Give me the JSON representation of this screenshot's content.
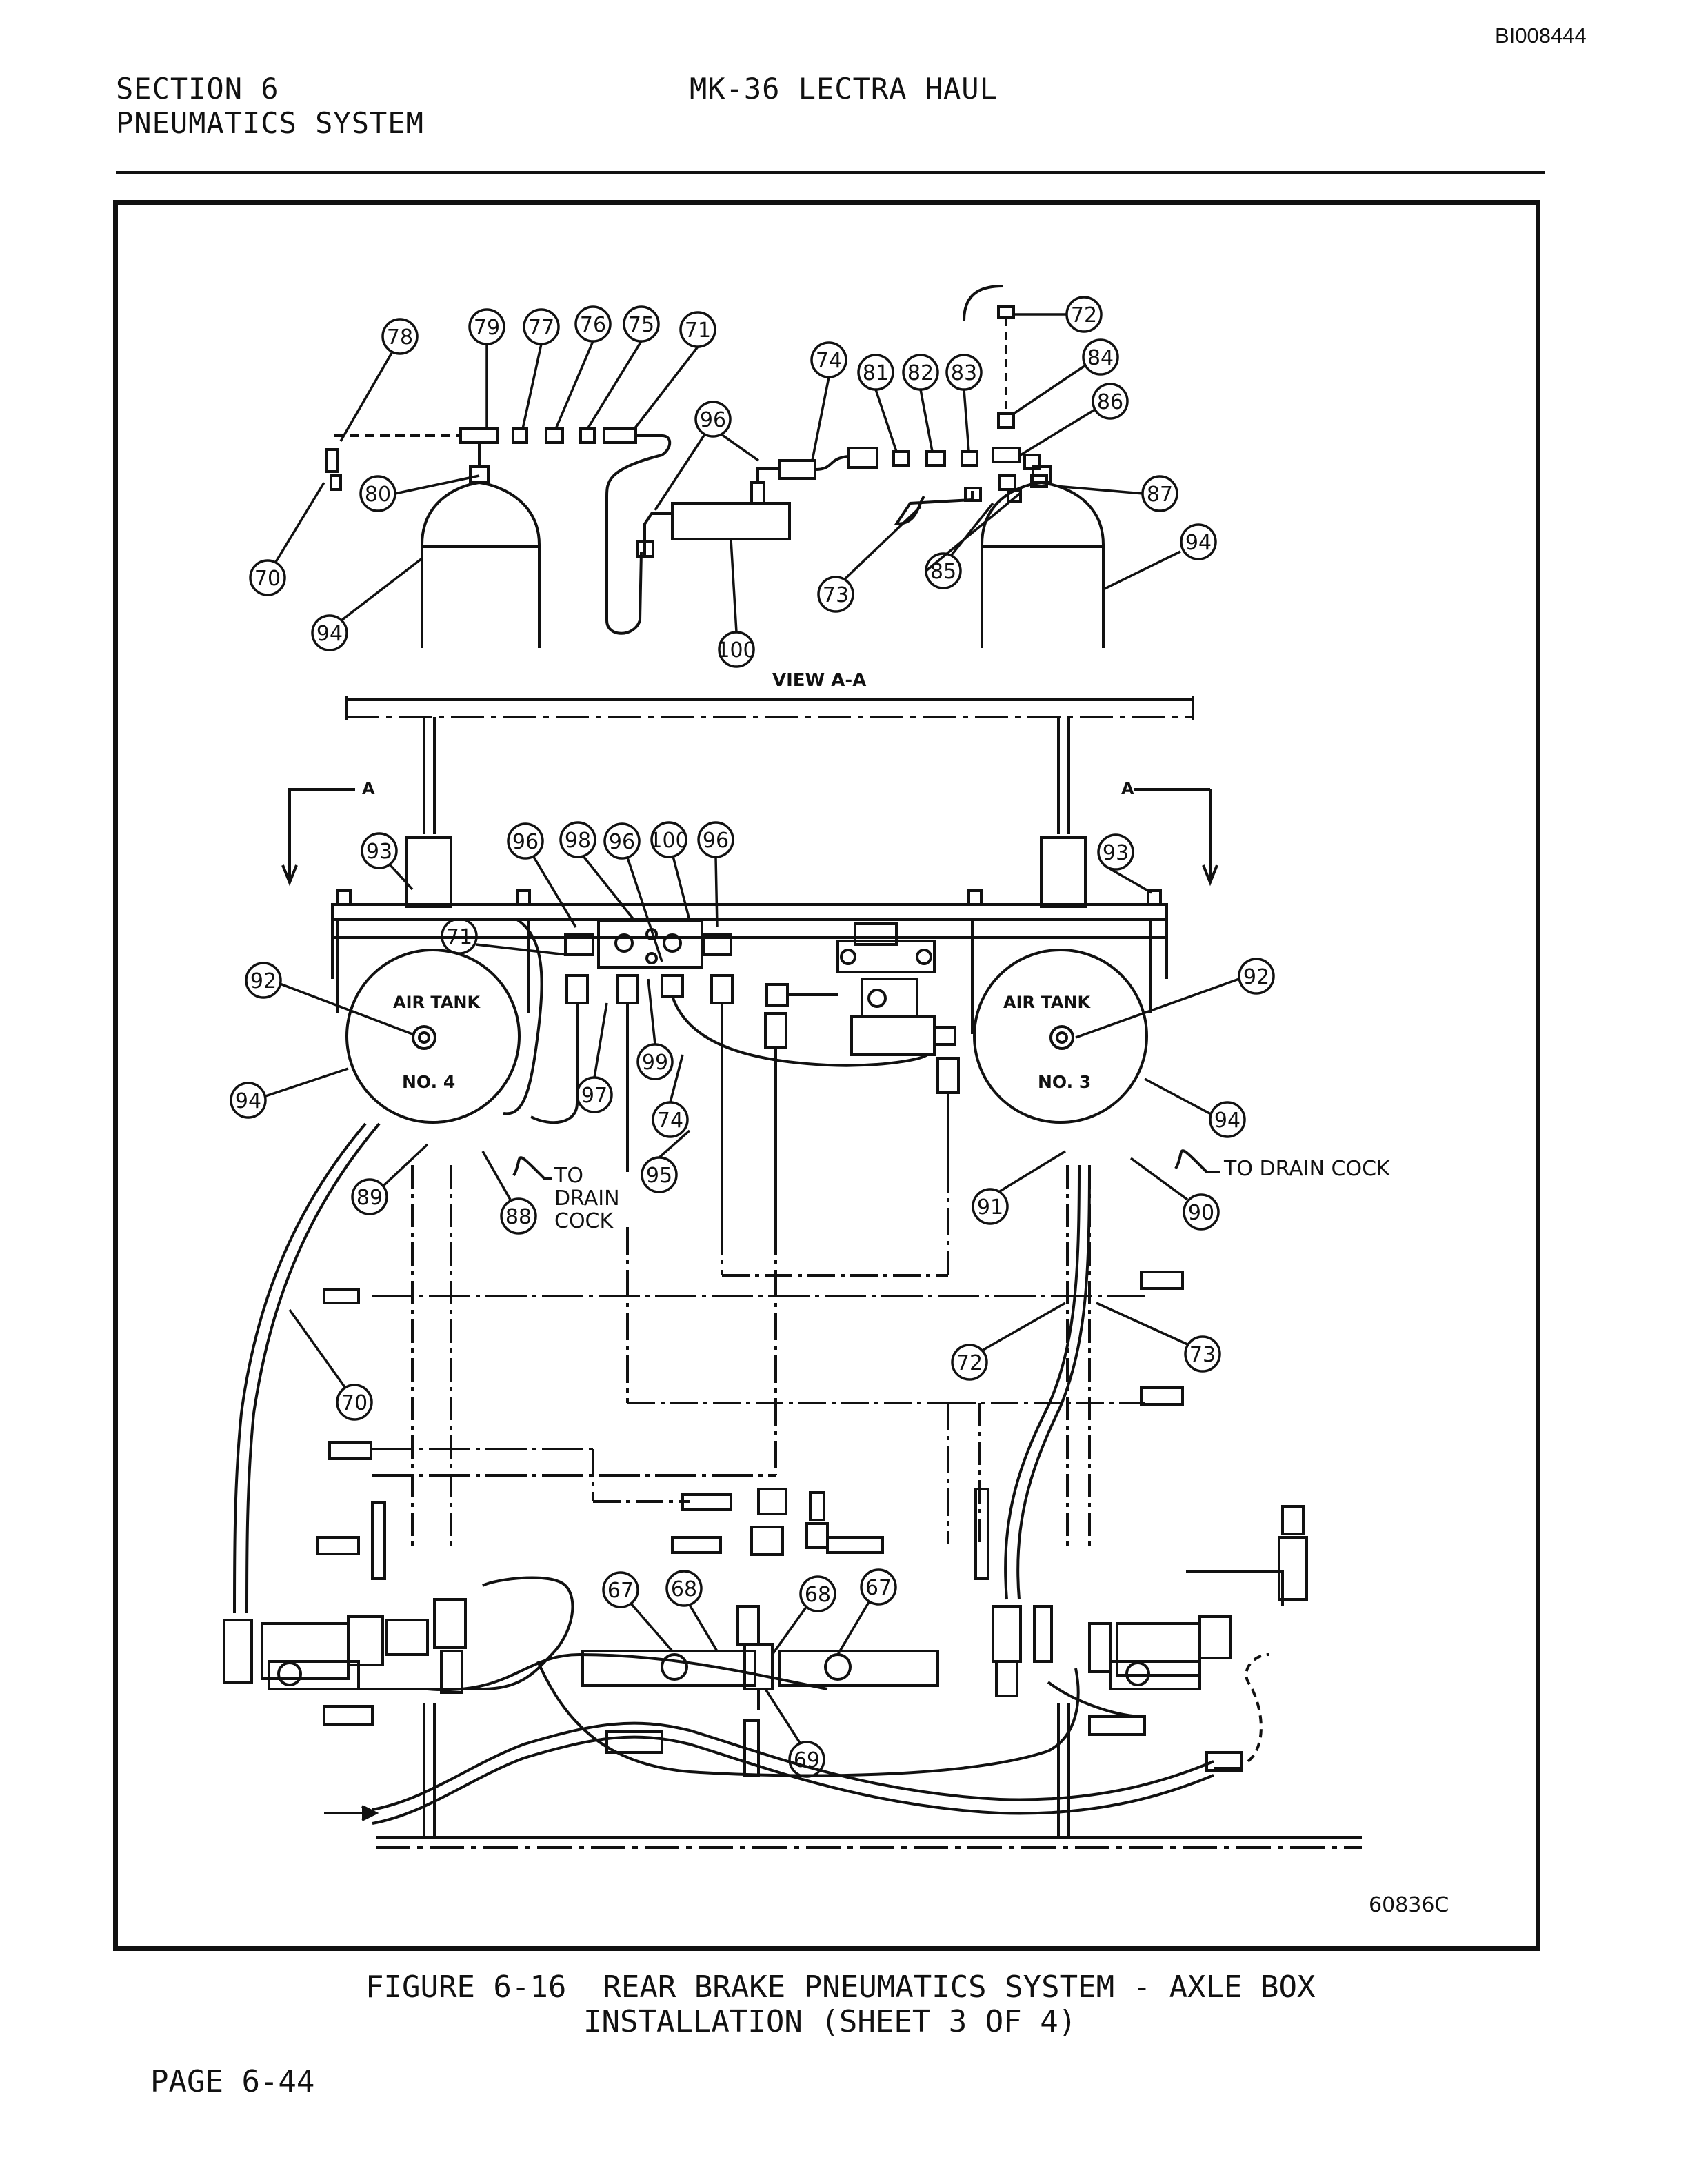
{
  "document_id": "BI008444",
  "header": {
    "section_line1": "SECTION 6",
    "section_line2": "PNEUMATICS SYSTEM",
    "title": "MK-36 LECTRA HAUL"
  },
  "figure": {
    "view_label": "VIEW A-A",
    "section_marker_left": "A",
    "section_marker_right": "A",
    "tank_left": {
      "label": "AIR TANK",
      "number": "NO. 4"
    },
    "tank_right": {
      "label": "AIR TANK",
      "number": "NO. 3"
    },
    "drain_left": [
      "TO",
      "DRAIN",
      "COCK"
    ],
    "drain_right": "TO DRAIN COCK",
    "drawing_number": "60836C",
    "callouts_view": [
      "78",
      "79",
      "77",
      "76",
      "75",
      "71",
      "74",
      "81",
      "82",
      "83",
      "72",
      "84",
      "86",
      "96",
      "80",
      "70",
      "94",
      "100",
      "73",
      "85",
      "87",
      "94"
    ],
    "callouts_main": [
      "93",
      "96",
      "98",
      "96",
      "100",
      "96",
      "93",
      "71",
      "92",
      "92",
      "94",
      "97",
      "99",
      "74",
      "94",
      "95",
      "89",
      "88",
      "91",
      "90",
      "70",
      "72",
      "73",
      "67",
      "68",
      "68",
      "67",
      "69"
    ]
  },
  "caption": {
    "line1": "FIGURE 6-16  REAR BRAKE PNEUMATICS SYSTEM - AXLE BOX",
    "line2": "INSTALLATION (SHEET 3 OF 4)"
  },
  "page": "PAGE 6-44"
}
